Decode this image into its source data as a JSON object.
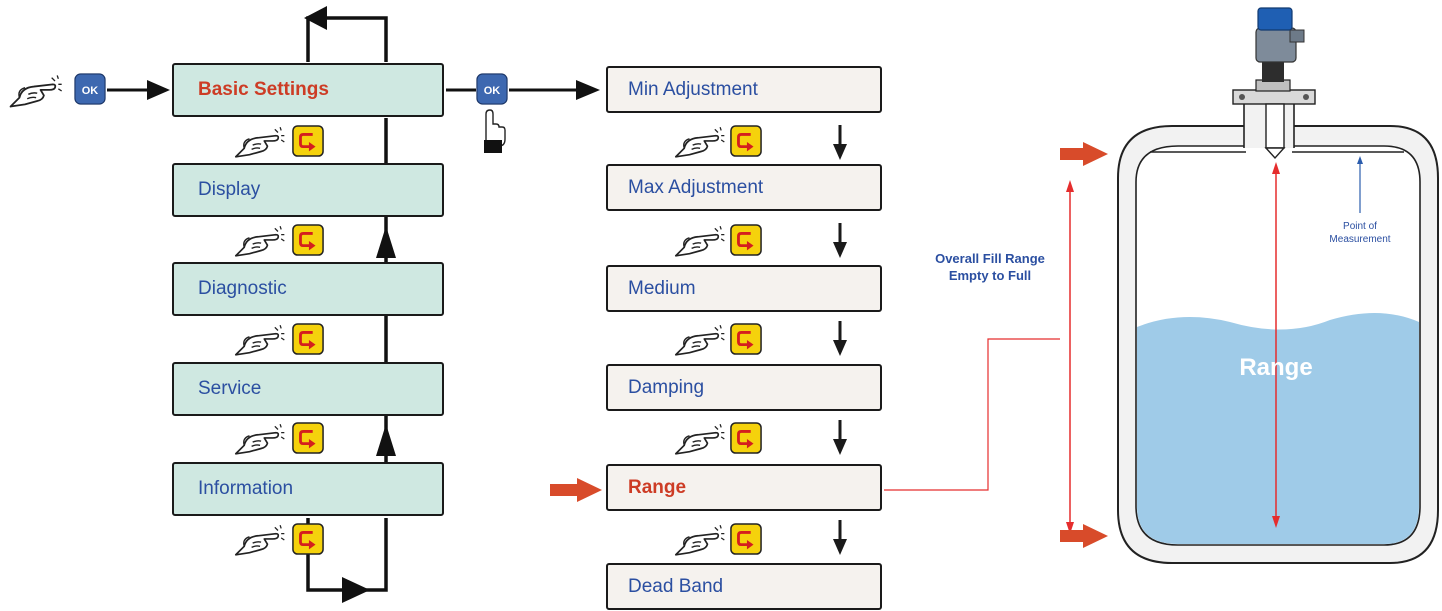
{
  "main_menu": {
    "items": [
      {
        "label": "Basic Settings",
        "active": true
      },
      {
        "label": "Display",
        "active": false
      },
      {
        "label": "Diagnostic",
        "active": false
      },
      {
        "label": "Service",
        "active": false
      },
      {
        "label": "Information",
        "active": false
      }
    ]
  },
  "sub_menu": {
    "items": [
      {
        "label": "Min Adjustment",
        "active": false
      },
      {
        "label": "Max Adjustment",
        "active": false
      },
      {
        "label": "Medium",
        "active": false
      },
      {
        "label": "Damping",
        "active": false
      },
      {
        "label": "Range",
        "active": true
      },
      {
        "label": "Dead Band",
        "active": false
      }
    ]
  },
  "buttons": {
    "ok_label": "OK"
  },
  "tank": {
    "fill_range_line1": "Overall Fill Range",
    "fill_range_line2": "Empty to Full",
    "point_line1": "Point of",
    "point_line2": "Measurement",
    "range_label": "Range"
  },
  "colors": {
    "main_box": "#cfe8e1",
    "sub_box": "#f5f2ee",
    "text_blue": "#2b4fa1",
    "active_red": "#cd3c25",
    "ok_button": "#3d68b0",
    "esc_button": "#f5d20c",
    "water": "#9fcbe8"
  },
  "icons": [
    "pointing-hand-icon",
    "press-hand-icon",
    "ok-button-icon",
    "escape-return-icon",
    "down-arrow-icon",
    "up-arrow-icon",
    "red-pointer-arrow-icon",
    "level-sensor-icon"
  ]
}
